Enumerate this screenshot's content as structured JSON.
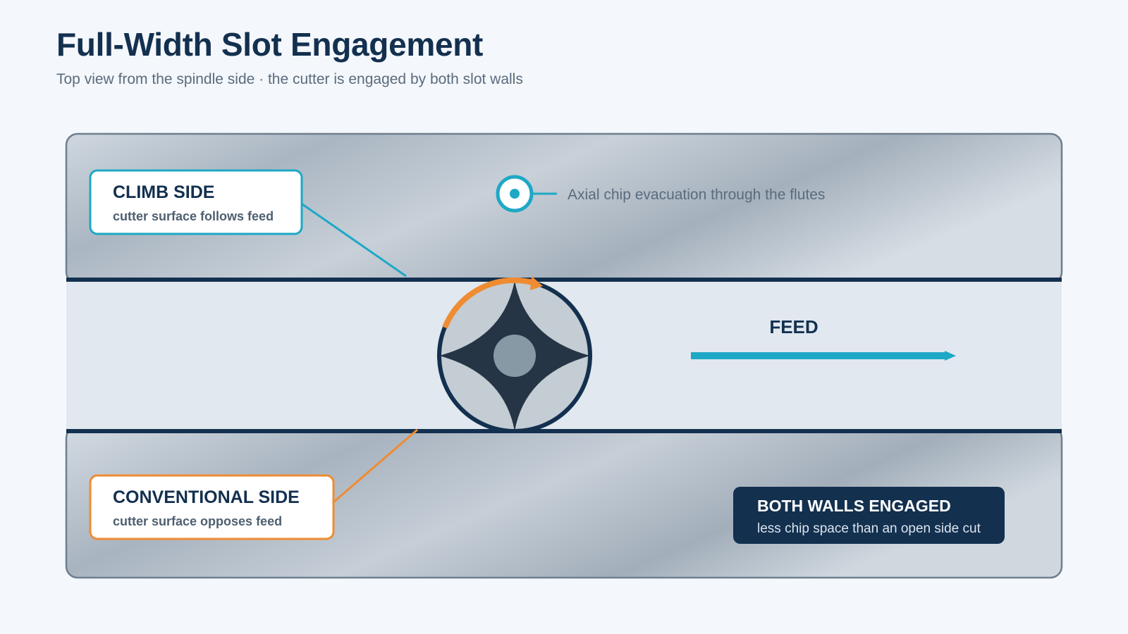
{
  "header": {
    "title": "Full-Width Slot Engagement",
    "subtitle": "Top view from the spindle side · the cutter is engaged by both slot walls"
  },
  "callouts": {
    "climb": {
      "title": "CLIMB SIDE",
      "subtitle": "cutter surface follows feed"
    },
    "conventional": {
      "title": "CONVENTIONAL SIDE",
      "subtitle": "cutter surface opposes feed"
    },
    "chip_evacuation": "Axial chip evacuation through the flutes",
    "feed": "FEED",
    "both_walls": {
      "title": "BOTH WALLS ENGAGED",
      "subtitle": "less chip space than an open side cut"
    }
  },
  "icons": [
    "axial-evacuation-icon",
    "feed-arrow-icon",
    "rotation-arrow-icon",
    "end-mill-cutter-icon"
  ],
  "colors": {
    "navy": "#13304f",
    "cyan": "#1ea8c6",
    "orange": "#ef8c32",
    "cutter_body": "#253545",
    "slot_floor": "#e1e8ef",
    "workpiece": "#a9b5c1"
  }
}
